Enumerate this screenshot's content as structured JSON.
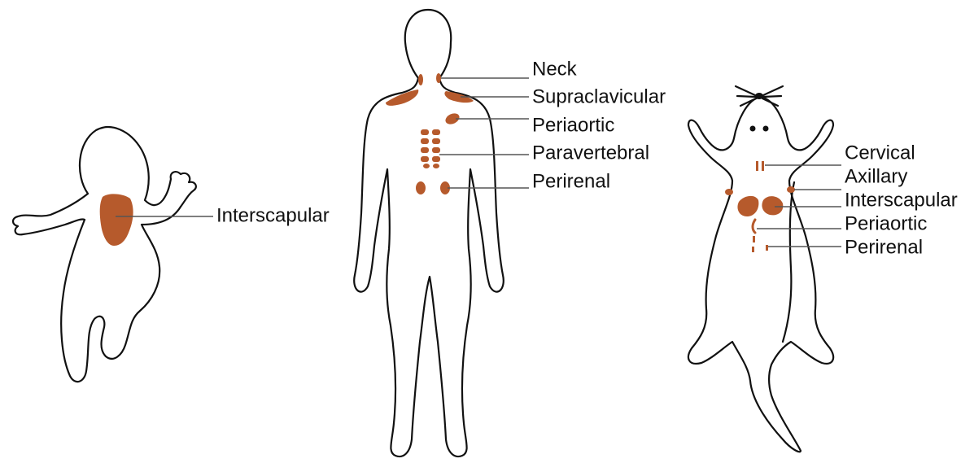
{
  "colors": {
    "brown_fat": "#b65a2c",
    "outline": "#111111",
    "leader_line": "#555555",
    "background": "#ffffff"
  },
  "infant": {
    "labels": [
      "Interscapular"
    ]
  },
  "adult": {
    "labels": [
      "Neck",
      "Supraclavicular",
      "Periaortic",
      "Paravertebral",
      "Perirenal"
    ]
  },
  "mouse": {
    "labels": [
      "Cervical",
      "Axillary",
      "Interscapular",
      "Periaortic",
      "Perirenal"
    ]
  }
}
